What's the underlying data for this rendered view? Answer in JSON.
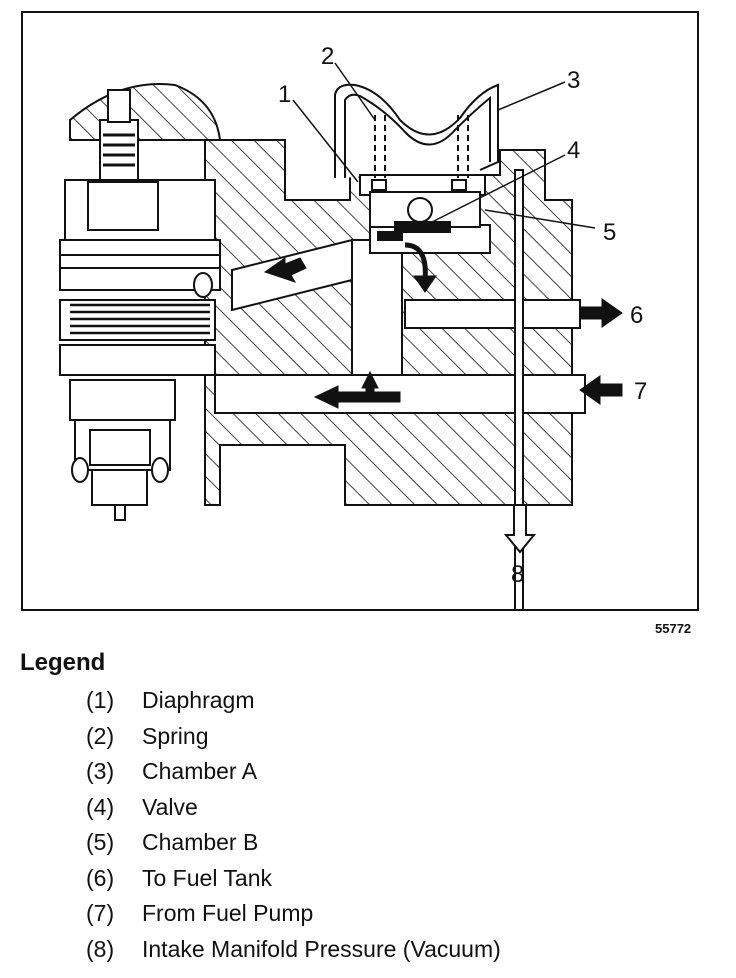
{
  "diagram": {
    "callouts": [
      "1",
      "2",
      "3",
      "4",
      "5",
      "6",
      "7",
      "8"
    ],
    "figure_id": "55772"
  },
  "legend": {
    "title": "Legend",
    "items": [
      {
        "num": "(1)",
        "label": "Diaphragm"
      },
      {
        "num": "(2)",
        "label": "Spring"
      },
      {
        "num": "(3)",
        "label": "Chamber A"
      },
      {
        "num": "(4)",
        "label": "Valve"
      },
      {
        "num": "(5)",
        "label": "Chamber B"
      },
      {
        "num": "(6)",
        "label": "To Fuel Tank"
      },
      {
        "num": "(7)",
        "label": "From Fuel Pump"
      },
      {
        "num": "(8)",
        "label": "Intake Manifold Pressure (Vacuum)"
      }
    ]
  }
}
